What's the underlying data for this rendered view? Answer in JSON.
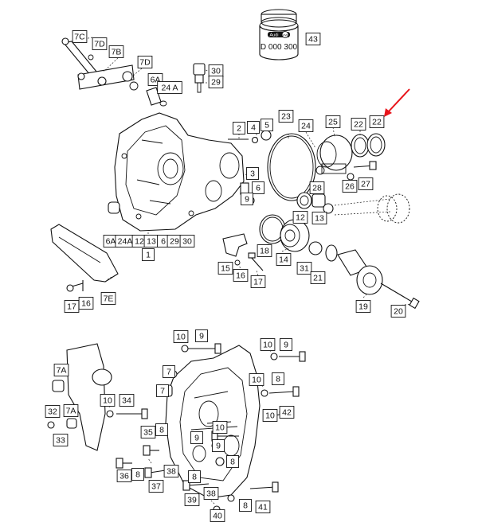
{
  "highlight_color": "#e8151b",
  "line_color": "#111111",
  "jar": {
    "code": "D 000 300",
    "logo_a": "Audi",
    "logo_b": "VW"
  },
  "callouts": [
    {
      "id": "7C",
      "label": "7C"
    },
    {
      "id": "7D",
      "label": "7D"
    },
    {
      "id": "7B",
      "label": "7B"
    },
    {
      "id": "7D2",
      "label": "7D"
    },
    {
      "id": "6A",
      "label": "6A"
    },
    {
      "id": "24A",
      "label": "24 A"
    },
    {
      "id": "30",
      "label": "30"
    },
    {
      "id": "29",
      "label": "29"
    },
    {
      "id": "43",
      "label": "43"
    },
    {
      "id": "23",
      "label": "23"
    },
    {
      "id": "24",
      "label": "24"
    },
    {
      "id": "25",
      "label": "25"
    },
    {
      "id": "22a",
      "label": "22"
    },
    {
      "id": "22b",
      "label": "22"
    },
    {
      "id": "2",
      "label": "2"
    },
    {
      "id": "4",
      "label": "4"
    },
    {
      "id": "5",
      "label": "5"
    },
    {
      "id": "3",
      "label": "3"
    },
    {
      "id": "6",
      "label": "6"
    },
    {
      "id": "9t",
      "label": "9"
    },
    {
      "id": "28",
      "label": "28"
    },
    {
      "id": "26",
      "label": "26"
    },
    {
      "id": "27",
      "label": "27"
    },
    {
      "id": "12",
      "label": "12"
    },
    {
      "id": "13",
      "label": "13"
    },
    {
      "id": "6A2",
      "label": "6A"
    },
    {
      "id": "24A2",
      "label": "24A"
    },
    {
      "id": "12b",
      "label": "12"
    },
    {
      "id": "13b",
      "label": "13"
    },
    {
      "id": "6b",
      "label": "6"
    },
    {
      "id": "29b",
      "label": "29"
    },
    {
      "id": "30b",
      "label": "30"
    },
    {
      "id": "1",
      "label": "1"
    },
    {
      "id": "18",
      "label": "18"
    },
    {
      "id": "14",
      "label": "14"
    },
    {
      "id": "31",
      "label": "31"
    },
    {
      "id": "21",
      "label": "21"
    },
    {
      "id": "15",
      "label": "15"
    },
    {
      "id": "16",
      "label": "16"
    },
    {
      "id": "17",
      "label": "17"
    },
    {
      "id": "7E",
      "label": "7E"
    },
    {
      "id": "17b",
      "label": "17"
    },
    {
      "id": "16b",
      "label": "16"
    },
    {
      "id": "19",
      "label": "19"
    },
    {
      "id": "20",
      "label": "20"
    },
    {
      "id": "10a",
      "label": "10"
    },
    {
      "id": "9a",
      "label": "9"
    },
    {
      "id": "10b",
      "label": "10"
    },
    {
      "id": "9b",
      "label": "9"
    },
    {
      "id": "7A",
      "label": "7A"
    },
    {
      "id": "7b2",
      "label": "7"
    },
    {
      "id": "7c2",
      "label": "7"
    },
    {
      "id": "10c",
      "label": "10"
    },
    {
      "id": "8a",
      "label": "8"
    },
    {
      "id": "10d",
      "label": "10"
    },
    {
      "id": "34",
      "label": "34"
    },
    {
      "id": "10e",
      "label": "10"
    },
    {
      "id": "42",
      "label": "42"
    },
    {
      "id": "32",
      "label": "32"
    },
    {
      "id": "7A2",
      "label": "7A"
    },
    {
      "id": "33",
      "label": "33"
    },
    {
      "id": "35",
      "label": "35"
    },
    {
      "id": "8b",
      "label": "8"
    },
    {
      "id": "9c",
      "label": "9"
    },
    {
      "id": "10f",
      "label": "10"
    },
    {
      "id": "9d",
      "label": "9"
    },
    {
      "id": "36",
      "label": "36"
    },
    {
      "id": "8c",
      "label": "8"
    },
    {
      "id": "37",
      "label": "37"
    },
    {
      "id": "38",
      "label": "38"
    },
    {
      "id": "8d",
      "label": "8"
    },
    {
      "id": "39",
      "label": "39"
    },
    {
      "id": "38b",
      "label": "38"
    },
    {
      "id": "8e",
      "label": "8"
    },
    {
      "id": "40",
      "label": "40"
    },
    {
      "id": "8f",
      "label": "8"
    },
    {
      "id": "41",
      "label": "41"
    }
  ]
}
